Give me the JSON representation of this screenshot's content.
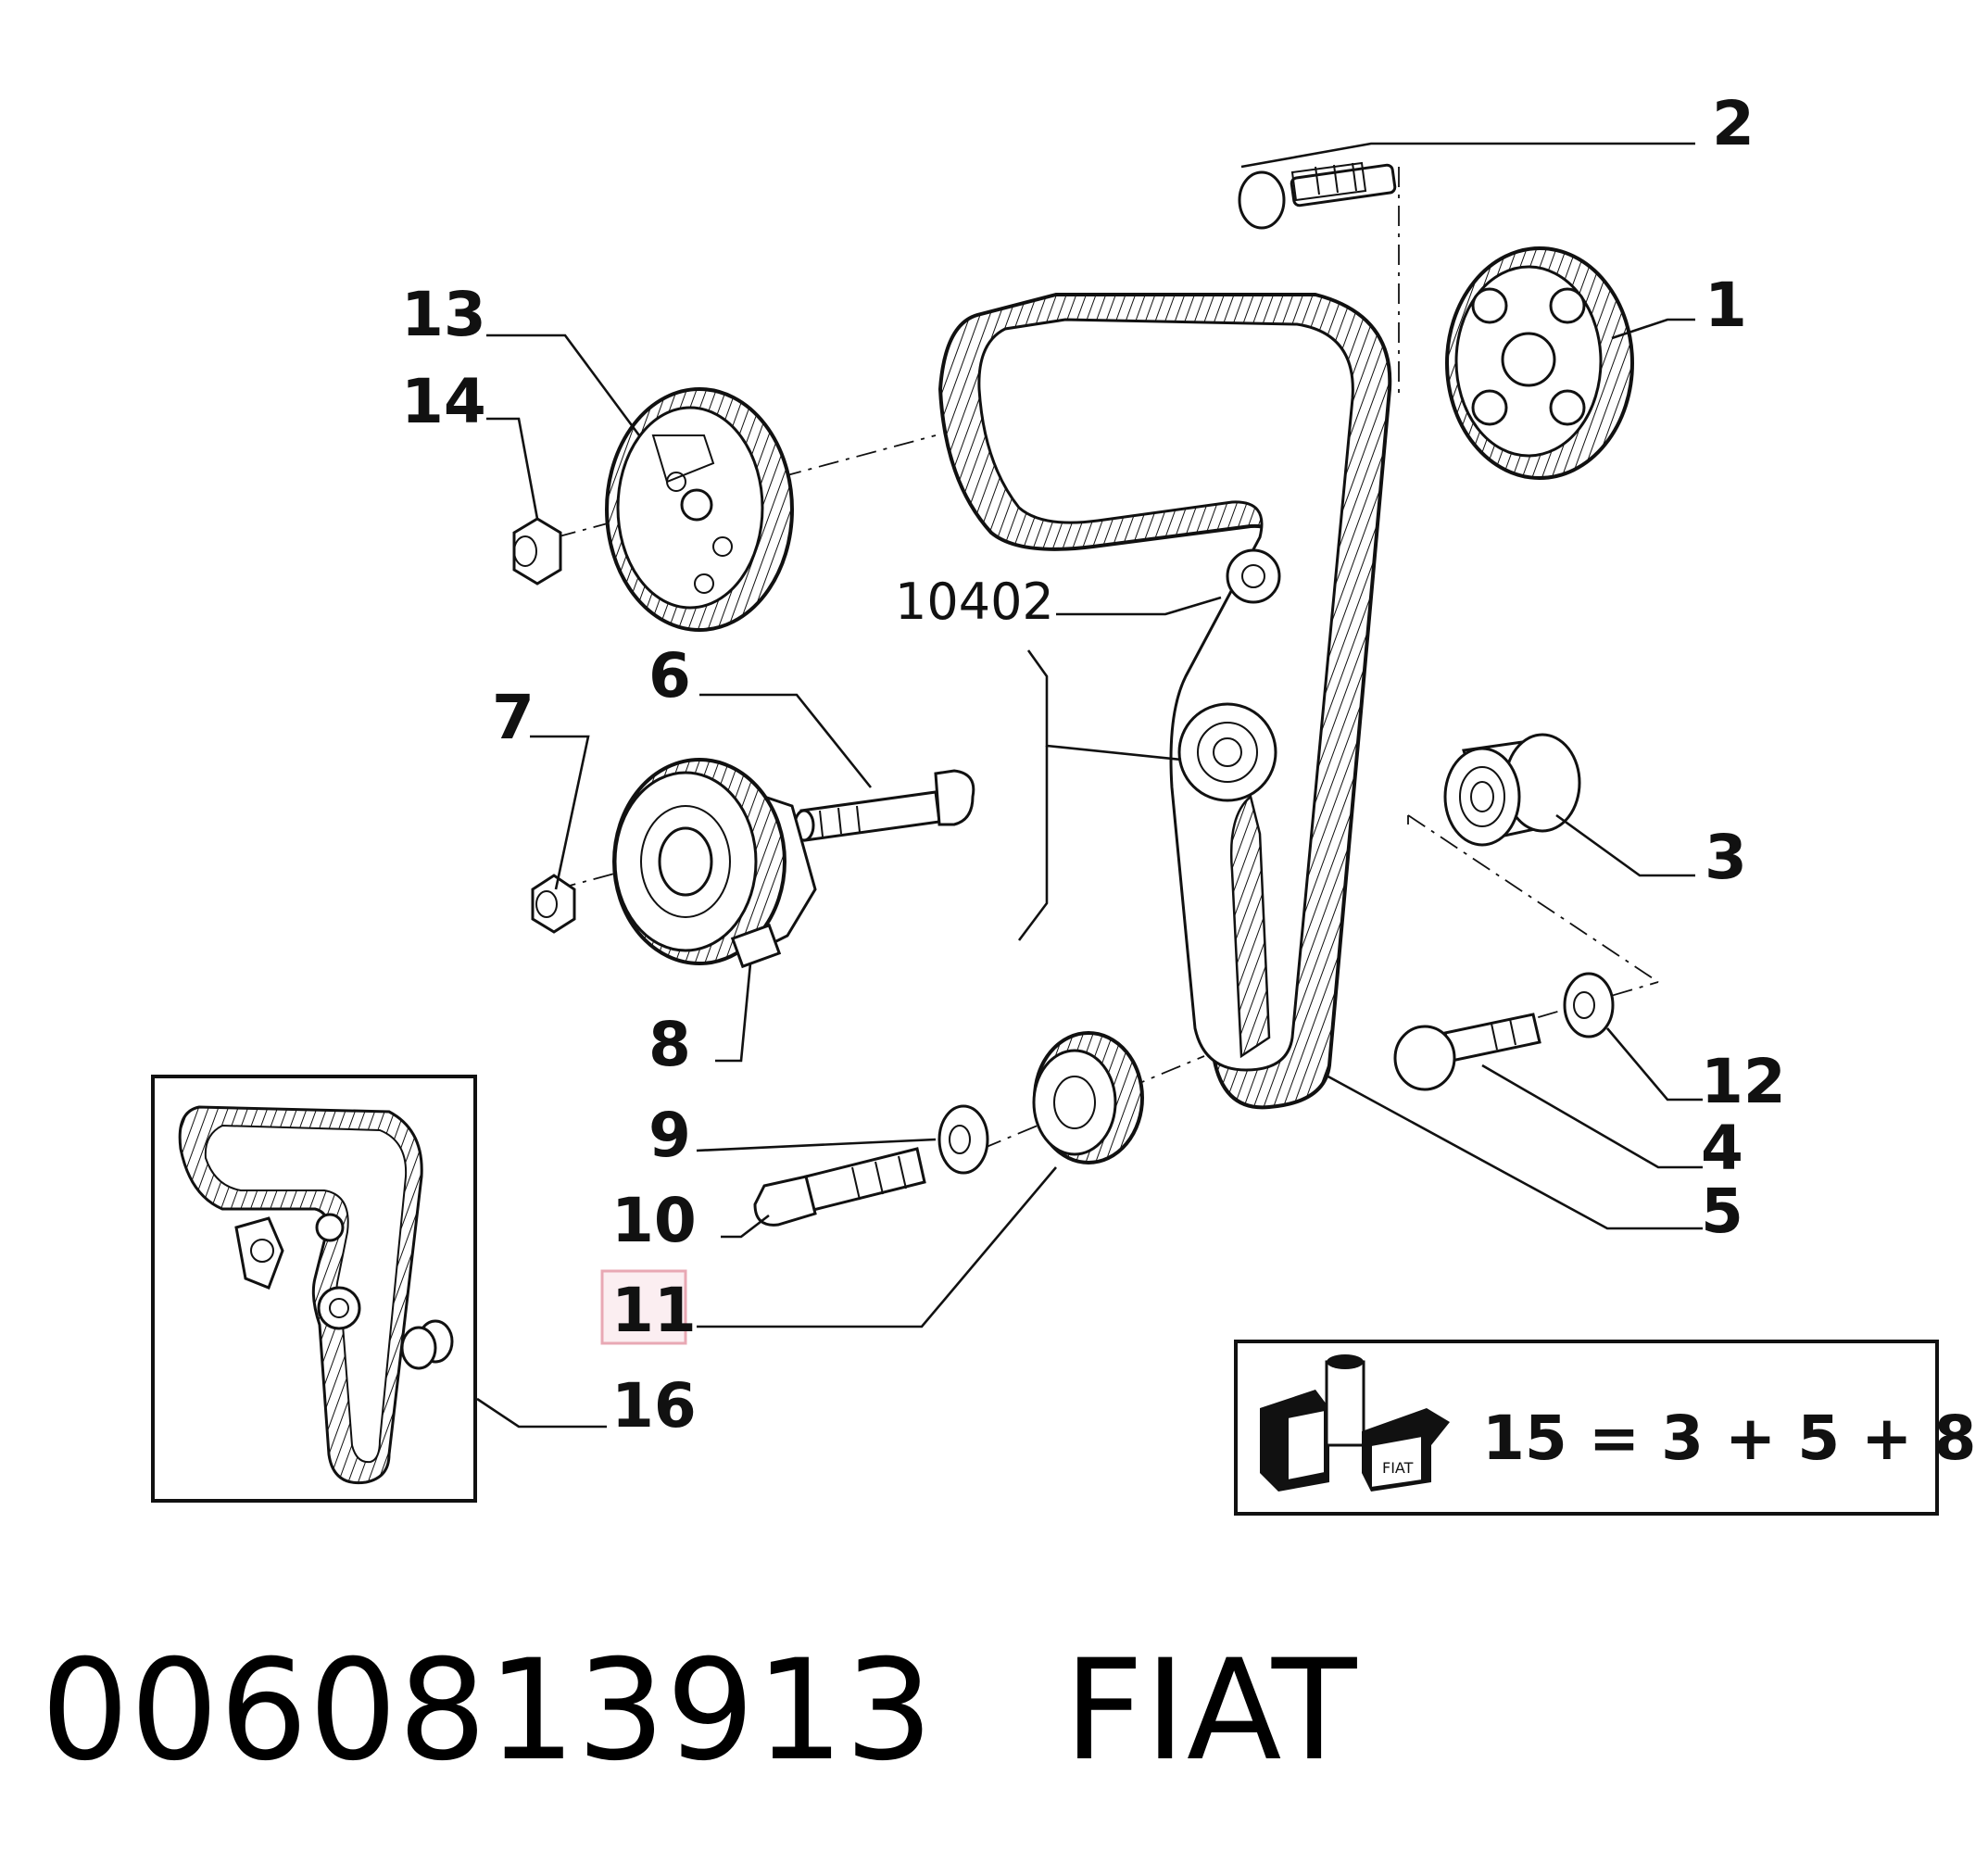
{
  "callouts": {
    "c1": "1",
    "c2": "2",
    "c3": "3",
    "c4": "4",
    "c5": "5",
    "c6": "6",
    "c7": "7",
    "c8": "8",
    "c9": "9",
    "c10": "10",
    "c11": "11",
    "c12": "12",
    "c13": "13",
    "c14": "14",
    "c16": "16"
  },
  "reference_code": "10402",
  "kit": {
    "formula": "15 = 3 + 5 + 8",
    "box_label": "FIAT"
  },
  "highlighted_callout": "11",
  "highlight_color": "#e8a8b4",
  "footer": {
    "part_number": "0060813913",
    "brand": "FIAT"
  }
}
